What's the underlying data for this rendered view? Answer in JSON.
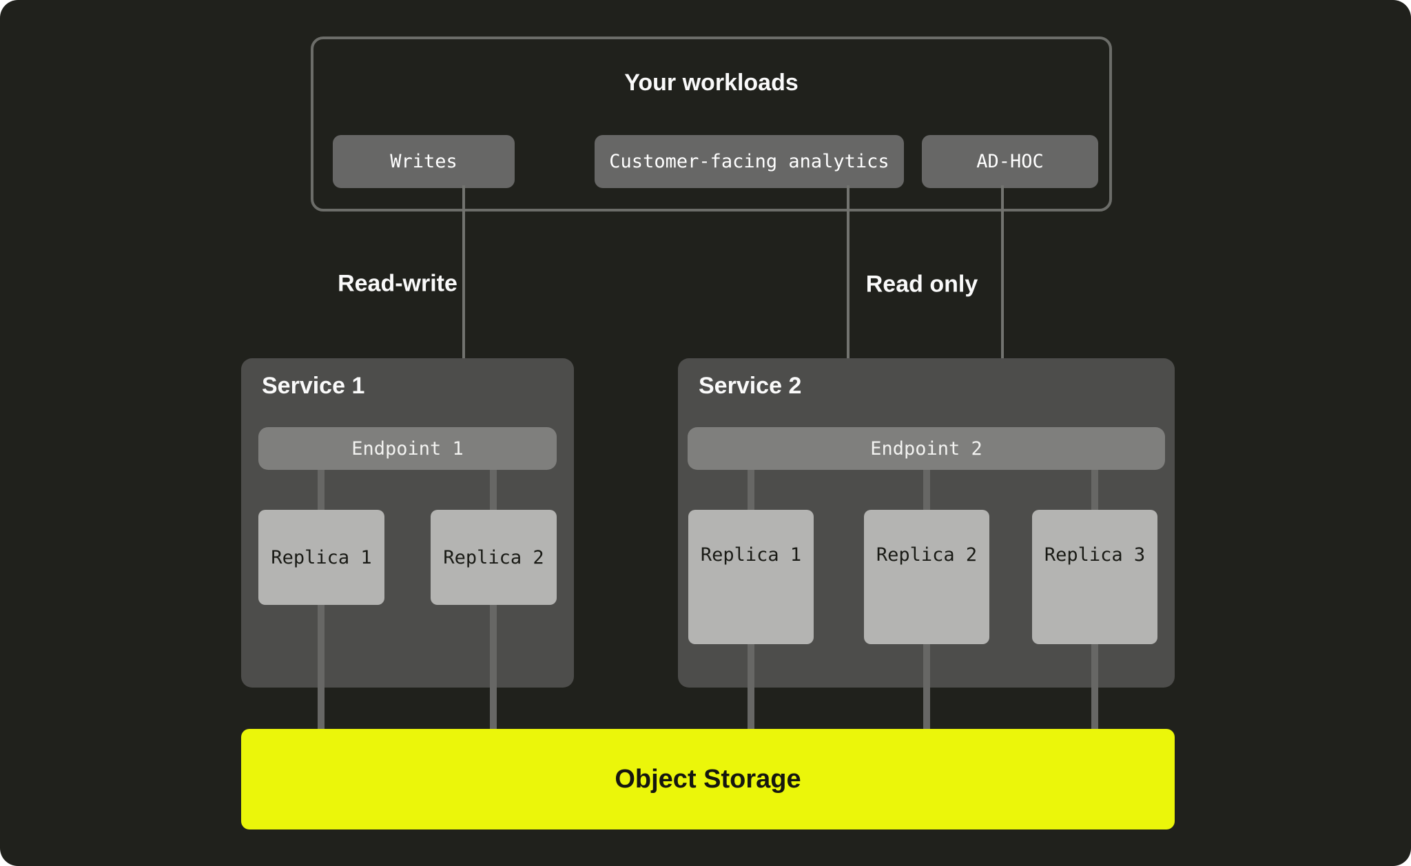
{
  "workloads": {
    "title": "Your workloads",
    "items": [
      {
        "label": "Writes"
      },
      {
        "label": "Customer-facing analytics"
      },
      {
        "label": "AD-HOC"
      }
    ]
  },
  "flows": {
    "read_write_label": "Read-write",
    "read_only_label": "Read only"
  },
  "services": [
    {
      "title": "Service 1",
      "endpoint": "Endpoint 1",
      "replicas": [
        "Replica 1",
        "Replica 2"
      ]
    },
    {
      "title": "Service 2",
      "endpoint": "Endpoint 2",
      "replicas": [
        "Replica 1",
        "Replica 2",
        "Replica 3"
      ]
    }
  ],
  "storage": {
    "label": "Object Storage"
  },
  "colors": {
    "canvas_bg": "#20211c",
    "outline_gray": "#6c6d69",
    "workload_button_gray": "#676766",
    "service_panel_gray": "#4d4d4b",
    "endpoint_gray": "#7f7f7d",
    "replica_gray": "#b4b4b2",
    "connector_gray": "#676765",
    "arrow_gray": "#72736f",
    "storage_yellow": "#ebf60a",
    "text_light": "#fafafa",
    "text_dark": "#15160f"
  }
}
